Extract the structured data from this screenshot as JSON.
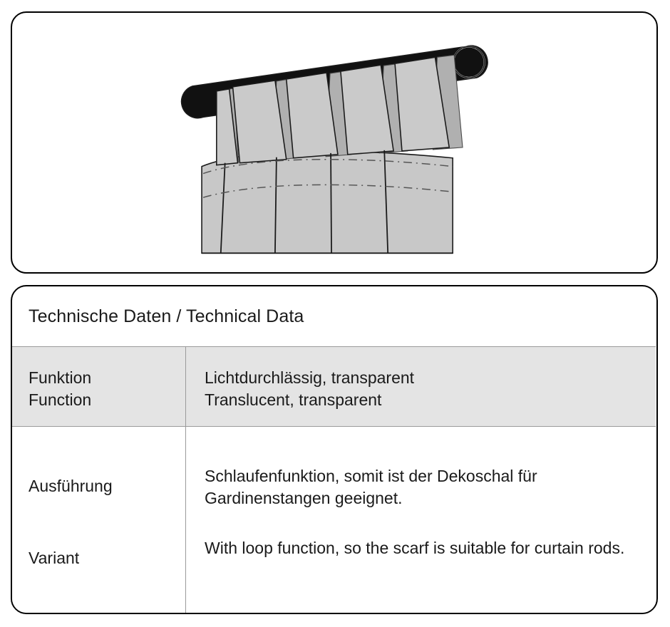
{
  "illustration": {
    "alt_name": "curtain-with-loops-on-rod",
    "colors": {
      "fabric": "#c8c8c8",
      "fabric_shadow": "#b0b0b0",
      "rod": "#111111",
      "outline": "#1a1a1a",
      "seam": "#555555"
    }
  },
  "panel": {
    "title": "Technische Daten / Technical Data"
  },
  "table": {
    "rows": [
      {
        "shaded": true,
        "label_de": "Funktion",
        "label_en": "Function",
        "value_de": "Lichtdurchlässig, transparent",
        "value_en": "Translucent, transparent"
      },
      {
        "shaded": false,
        "label_de": "Ausführung",
        "label_en": "Variant",
        "value_de": "Schlaufenfunktion, somit ist der Dekoschal für Gardinenstangen geeignet.",
        "value_en": "With loop function, so the scarf is suitable for curtain rods."
      }
    ]
  },
  "theme": {
    "page_background": "#ffffff",
    "panel_border": "#000000",
    "row_shaded_background": "#e4e4e4",
    "rule_color": "#9a9a9a",
    "text_color": "#1a1a1a"
  }
}
